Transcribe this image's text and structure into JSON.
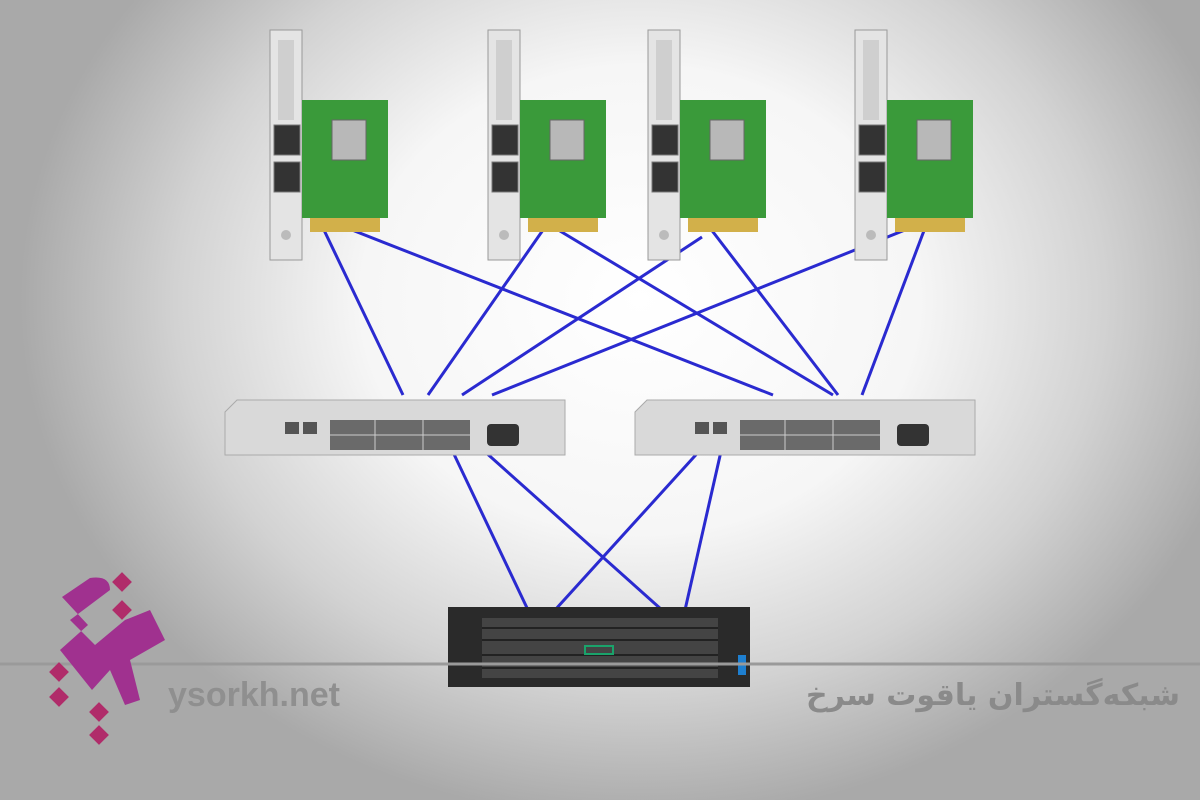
{
  "brand": {
    "site": "ysorkh.net",
    "company": "شبکه‌گستران یاقوت سرخ"
  },
  "colors": {
    "link": "#2a2ad0",
    "pcb": "#3a9a3a",
    "logo": "#a0318f",
    "logo_dots": "#b02c6a"
  },
  "diagram": {
    "nodes": [
      "hba-1",
      "hba-2",
      "hba-3",
      "hba-4",
      "fc-switch-1",
      "fc-switch-2",
      "storage-array"
    ],
    "links": [
      [
        "hba-1",
        "fc-switch-1"
      ],
      [
        "hba-1",
        "fc-switch-2"
      ],
      [
        "hba-2",
        "fc-switch-1"
      ],
      [
        "hba-2",
        "fc-switch-2"
      ],
      [
        "hba-3",
        "fc-switch-1"
      ],
      [
        "hba-3",
        "fc-switch-2"
      ],
      [
        "hba-4",
        "fc-switch-1"
      ],
      [
        "hba-4",
        "fc-switch-2"
      ],
      [
        "fc-switch-1",
        "storage-array"
      ],
      [
        "fc-switch-1",
        "storage-array"
      ],
      [
        "fc-switch-2",
        "storage-array"
      ],
      [
        "fc-switch-2",
        "storage-array"
      ]
    ]
  }
}
